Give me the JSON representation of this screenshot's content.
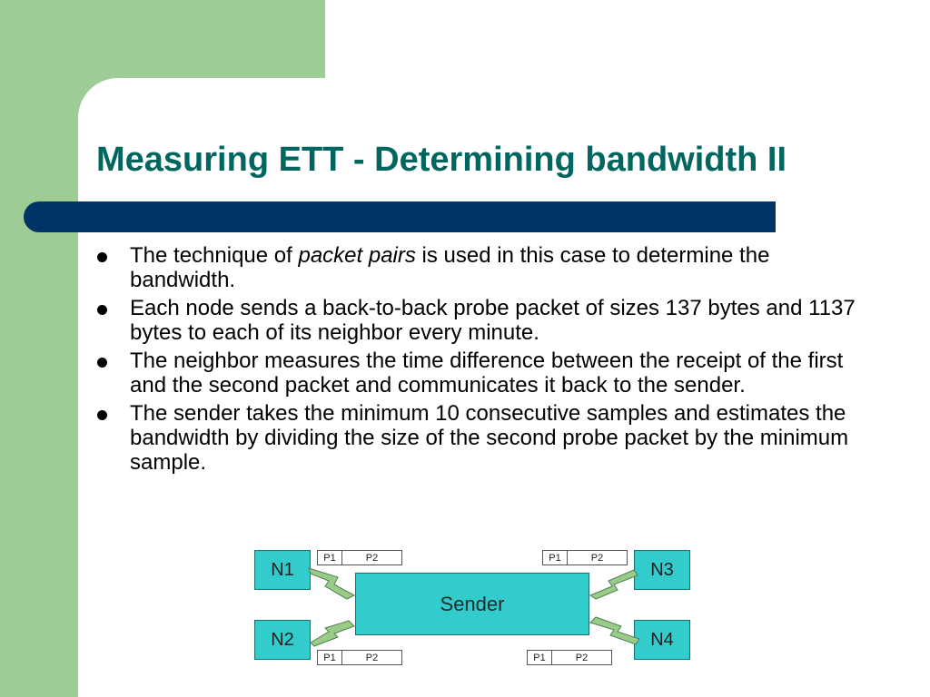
{
  "slide": {
    "title": "Measuring ETT - Determining bandwidth II",
    "bullets": [
      {
        "before": "The technique of ",
        "emphasis": "packet pairs",
        "after": " is used in this case to determine the bandwidth."
      },
      {
        "text": "Each node sends a back-to-back probe packet of sizes 137 bytes and 1137 bytes to each of its neighbor every minute."
      },
      {
        "text": "The neighbor measures the time difference between the receipt of the first and the second packet and communicates it back to the sender."
      },
      {
        "text": "The sender takes the minimum 10 consecutive samples and estimates the bandwidth by dividing the size of the second probe packet by the minimum sample."
      }
    ]
  },
  "diagram": {
    "sender": "Sender",
    "nodes": [
      "N1",
      "N2",
      "N3",
      "N4"
    ],
    "packet_labels": {
      "p1": "P1",
      "p2": "P2"
    },
    "colors": {
      "node_fill": "#33cccc",
      "bolt_fill": "#99cc88",
      "title": "#00665e",
      "bar": "#003366",
      "side": "#9dcc96"
    }
  }
}
